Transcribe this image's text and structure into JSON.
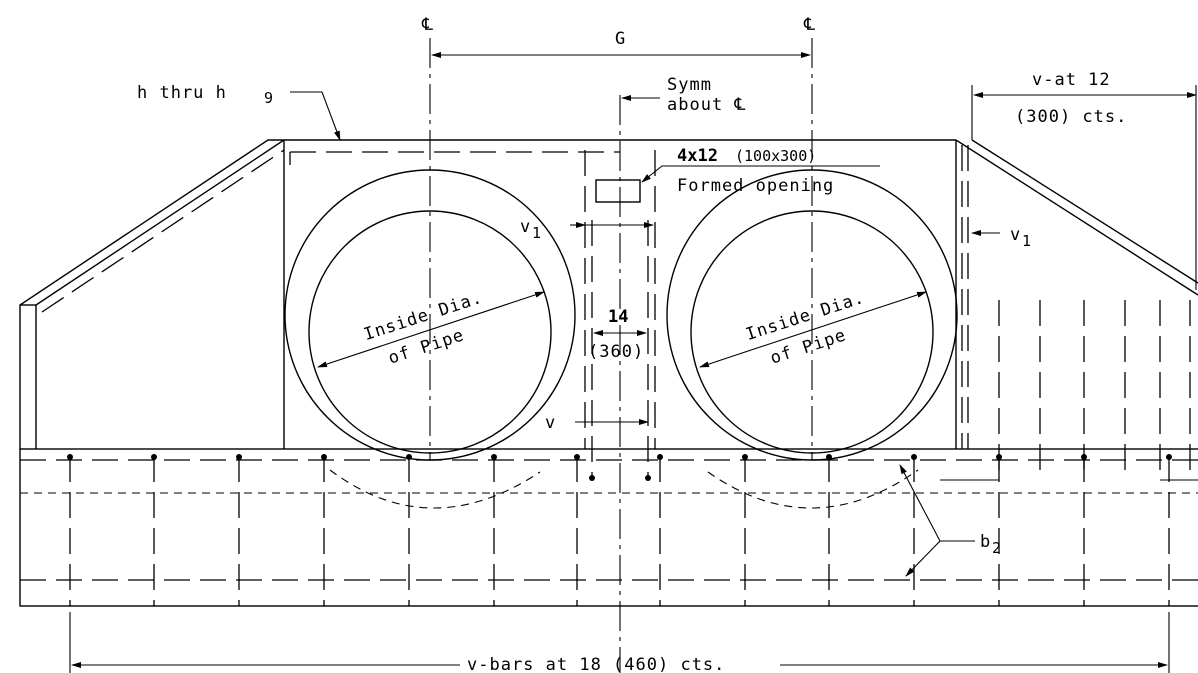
{
  "labels": {
    "cl_left": "℄",
    "cl_right": "℄",
    "g": "G",
    "h_thru": "h thru h",
    "h_sub": "9",
    "symm_line1": "Symm",
    "symm_line2": "about ℄",
    "v_at_line1": "v-at 12",
    "v_at_line2": "(300) cts.",
    "opening_size": "4x12",
    "opening_metric": "(100x300)",
    "opening_desc": "Formed opening",
    "v1_left": "v",
    "v1_left_sub": "1",
    "v1_right": "v",
    "v1_right_sub": "1",
    "dim14": "14",
    "dim360": "(360)",
    "v_label": "v",
    "inside_dia_1": "Inside Dia.",
    "of_pipe_1": "of Pipe",
    "inside_dia_2": "Inside Dia.",
    "of_pipe_2": "of Pipe",
    "b2": "b",
    "b2_sub": "2",
    "vbars": "v-bars at 18 (460) cts."
  }
}
